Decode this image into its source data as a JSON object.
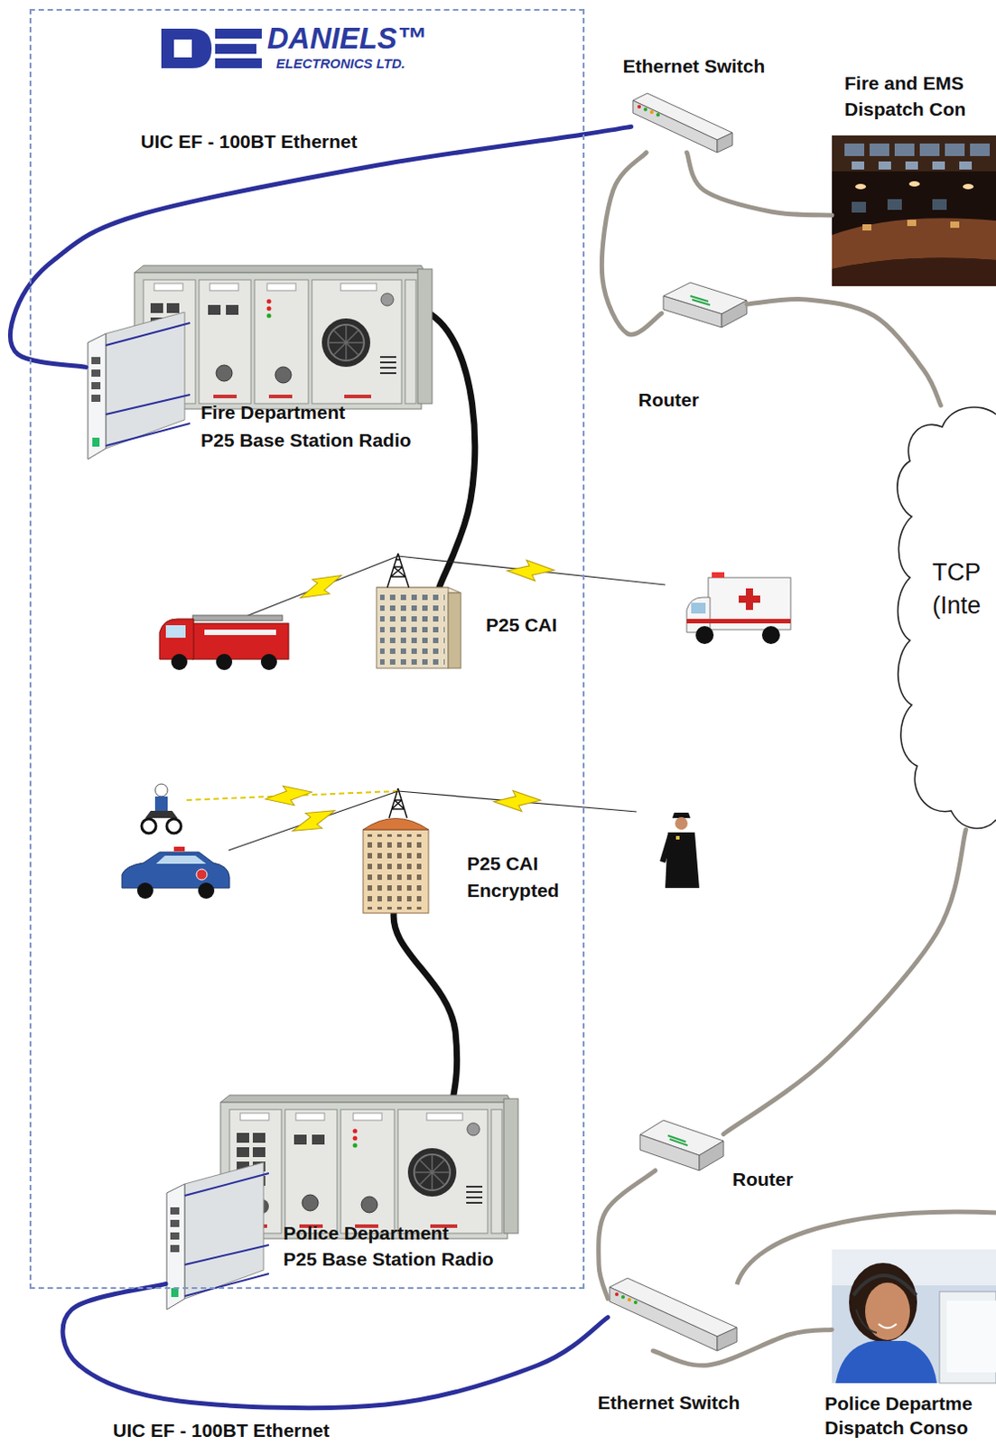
{
  "diagram": {
    "nodes": [
      {
        "text": [
          "DANIELS™",
          "ELECTRONICS LTD."
        ]
      },
      {
        "text": [
          "Ethernet Switch"
        ]
      },
      {
        "text": [
          "Fire and EMS Dispatch Con"
        ]
      },
      {
        "text": [
          "Fire Department",
          "P25 Base Station Radio"
        ],
        "in": 0
      },
      {
        "text": [
          "Router"
        ]
      },
      {
        "text": [
          "TCP",
          "(Inte"
        ]
      },
      {
        "text": [
          "Router"
        ]
      },
      {
        "text": [
          "Police Department",
          "P25 Base Station Radio"
        ],
        "in": 0
      },
      {
        "text": [
          "Ethernet Switch"
        ]
      },
      {
        "text": [
          "Police Departme Dispatch Conso"
        ]
      }
    ],
    "edges": [
      {
        "from": 3,
        "to": 1,
        "label": "UIC EF - 100BT Ethernet",
        "arrow": "none"
      },
      {
        "from": 1,
        "to": 2,
        "arrow": "none"
      },
      {
        "from": 1,
        "to": 4,
        "arrow": "none"
      },
      {
        "from": 4,
        "to": 5,
        "arrow": "none"
      },
      {
        "from": 5,
        "to": 6,
        "arrow": "none"
      },
      {
        "from": 6,
        "to": 8,
        "arrow": "none"
      },
      {
        "from": 8,
        "to": 9,
        "arrow": "none"
      },
      {
        "from": 7,
        "to": 8,
        "label": "UIC EF - 100BT Ethernet",
        "arrow": "none"
      }
    ],
    "labels": [
      "P25 CAI",
      "P25 CAI Encrypted"
    ]
  }
}
